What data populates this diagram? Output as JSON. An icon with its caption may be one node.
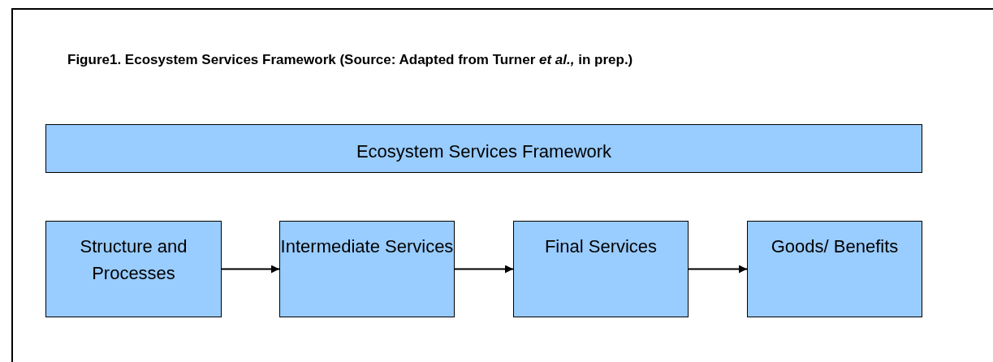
{
  "diagram": {
    "title": "Figure1. Ecosystem Services Framework (Source: Adapted from Turner *et al.,* in prep.)",
    "nodes": [
      {
        "text": [
          "Ecosystem Services Framework"
        ]
      },
      {
        "text": [
          "Structure and Processes"
        ]
      },
      {
        "text": [
          "Intermediate Services"
        ]
      },
      {
        "text": [
          "Final Services"
        ]
      },
      {
        "text": [
          "Goods/ Benefits"
        ]
      }
    ],
    "edges": [
      {
        "from": 1,
        "to": 2,
        "arrow": "to"
      },
      {
        "from": 2,
        "to": 3,
        "arrow": "to"
      },
      {
        "from": 3,
        "to": 4,
        "arrow": "to"
      }
    ]
  }
}
